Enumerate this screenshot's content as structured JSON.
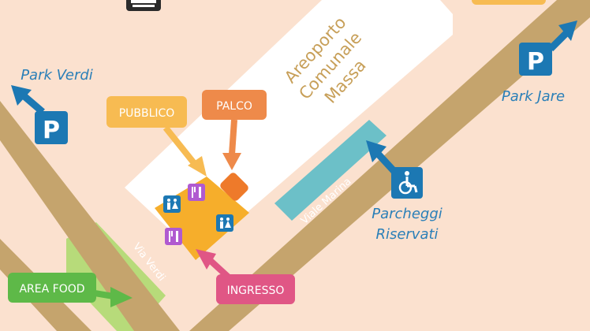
{
  "map": {
    "venue_name": [
      "Areoporto",
      "Comunale",
      "Massa"
    ],
    "roads": {
      "via_verdi": "Via Verdi",
      "viale_marina": "Viale Marina"
    },
    "parking": {
      "park_verdi": "Park Verdi",
      "park_jare": "Park Jare",
      "reserved": [
        "Parcheggi",
        "Riservati"
      ],
      "parking_symbol": "P"
    },
    "zones": {
      "pubblico": "PUBBLICO",
      "palco": "PALCO",
      "ingresso": "INGRESSO",
      "area_food": "AREA FOOD"
    },
    "colors": {
      "background": "#fbe1cf",
      "road": "#c5a46d",
      "venue_area": "#ffffff",
      "venue_text": "#c79f58",
      "parking_blue": "#1c78b3",
      "parking_label": "#2a7fb8",
      "reserved_strip": "#6cc0c8",
      "pubblico": "#f7bb52",
      "audience_area": "#f6ae2b",
      "palco": "#ee8a4a",
      "stage": "#ee7a2a",
      "ingresso": "#e05685",
      "area_food": "#5eb948",
      "food_strip": "#b7db7a",
      "food_icon": "#b05ad0",
      "wc_icon": "#1c78b3"
    },
    "icons": [
      "train-icon",
      "parking-icon",
      "accessible-icon",
      "fork-knife-icon",
      "restroom-icon"
    ]
  }
}
